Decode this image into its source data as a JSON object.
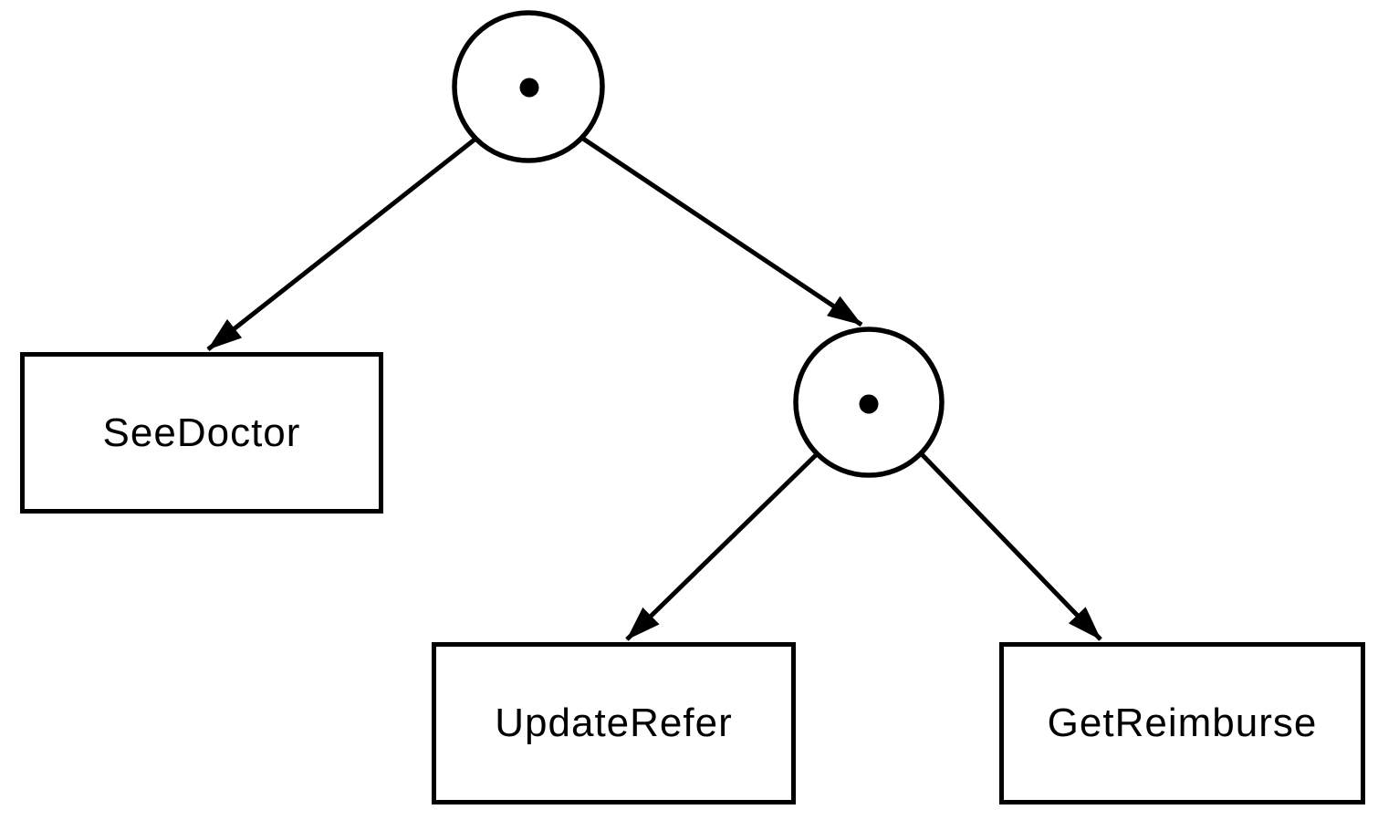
{
  "diagram": {
    "type": "decomposition-tree",
    "background_color": "#ffffff",
    "stroke_color": "#000000",
    "nodes": {
      "root_operator": {
        "kind": "sequence-operator",
        "symbol": "•"
      },
      "child_operator": {
        "kind": "sequence-operator",
        "symbol": "•"
      },
      "see_doctor": {
        "kind": "task",
        "label": "SeeDoctor"
      },
      "update_refer": {
        "kind": "task",
        "label": "UpdateRefer"
      },
      "get_reimburse": {
        "kind": "task",
        "label": "GetReimburse"
      }
    },
    "edges": [
      {
        "from": "root_operator",
        "to": "see_doctor"
      },
      {
        "from": "root_operator",
        "to": "child_operator"
      },
      {
        "from": "child_operator",
        "to": "update_refer"
      },
      {
        "from": "child_operator",
        "to": "get_reimburse"
      }
    ]
  }
}
